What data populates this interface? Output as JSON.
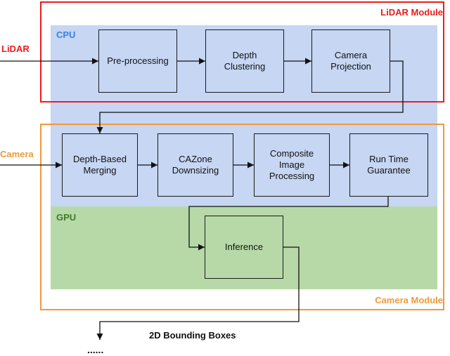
{
  "labels": {
    "lidar_module": "LiDAR Module",
    "camera_module": "Camera Module",
    "cpu": "CPU",
    "gpu": "GPU",
    "lidar_input": "LiDAR",
    "camera_input": "Camera",
    "output": "2D Bounding Boxes",
    "ellipsis": "......"
  },
  "nodes": {
    "preprocessing": "Pre-processing",
    "depth_clustering": "Depth\nClustering",
    "camera_projection": "Camera\nProjection",
    "depth_merging": "Depth-Based\nMerging",
    "cazone": "CAZone\nDownsizing",
    "composite": "Composite\nImage\nProcessing",
    "runtime": "Run Time\nGuarantee",
    "inference": "Inference"
  },
  "colors": {
    "lidar_module": "#ee1c1c",
    "camera_module": "#f0993c",
    "cpu": "#c6d6f3",
    "gpu": "#b7d9a8",
    "cpu_text": "#3b82e0",
    "gpu_text": "#3f7a2a"
  }
}
